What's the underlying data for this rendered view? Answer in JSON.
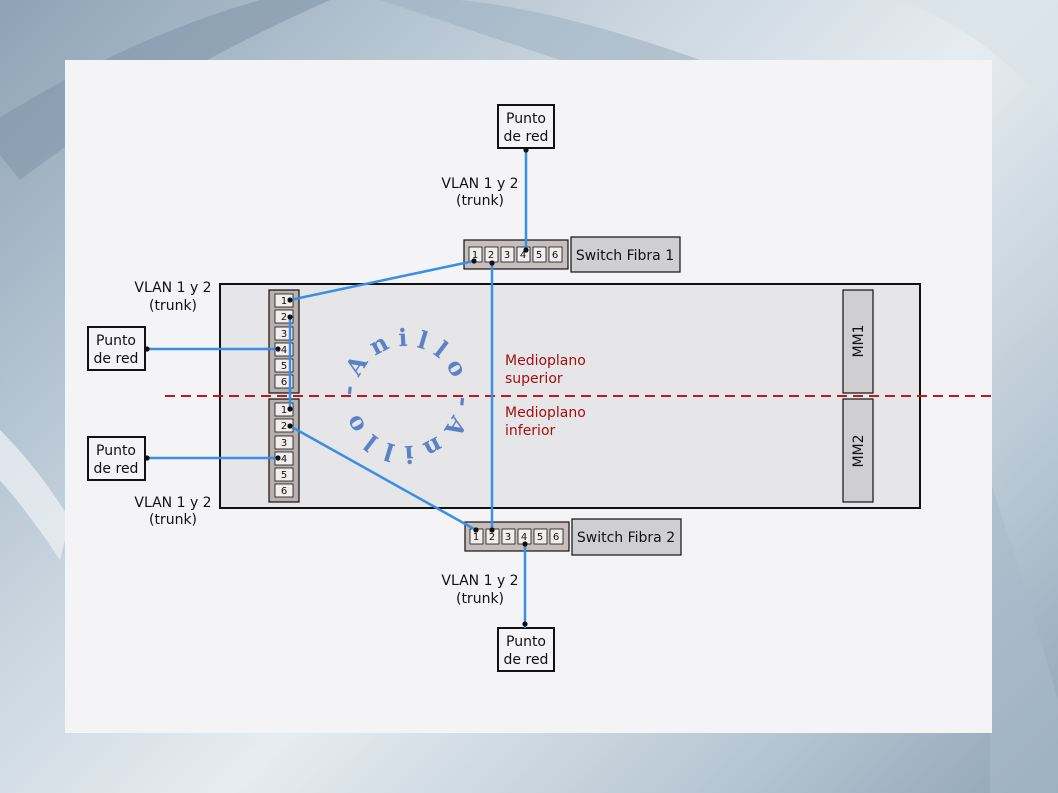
{
  "network_points": {
    "top": {
      "line1": "Punto",
      "line2": "de red"
    },
    "left_upper": {
      "line1": "Punto",
      "line2": "de red"
    },
    "left_lower": {
      "line1": "Punto",
      "line2": "de red"
    },
    "bottom": {
      "line1": "Punto",
      "line2": "de red"
    }
  },
  "vlan_labels": {
    "top": {
      "line1": "VLAN 1 y 2",
      "line2": "(trunk)"
    },
    "left_upper": {
      "line1": "VLAN 1 y 2",
      "line2": "(trunk)"
    },
    "left_lower": {
      "line1": "VLAN 1 y 2",
      "line2": "(trunk)"
    },
    "bottom": {
      "line1": "VLAN 1 y 2",
      "line2": "(trunk)"
    }
  },
  "switches": {
    "top": {
      "label": "Switch Fibra 1",
      "ports": [
        "1",
        "2",
        "3",
        "4",
        "5",
        "6"
      ]
    },
    "bottom": {
      "label": "Switch Fibra 2",
      "ports": [
        "1",
        "2",
        "3",
        "4",
        "5",
        "6"
      ]
    }
  },
  "chassis": {
    "upper_module_ports": [
      "1",
      "2",
      "3",
      "4",
      "5",
      "6"
    ],
    "lower_module_ports": [
      "1",
      "2",
      "3",
      "4",
      "5",
      "6"
    ],
    "mm1": "MM1",
    "mm2": "MM2"
  },
  "midplane": {
    "upper": {
      "line1": "Medioplano",
      "line2": "superior"
    },
    "lower": {
      "line1": "Medioplano",
      "line2": "inferior"
    }
  },
  "ring_text": {
    "top": "- A n i l l o",
    "bottom": "- A n i l l o"
  },
  "colors": {
    "link": "#3a8ee6",
    "midplane_line": "#c01818",
    "ring_text": "#5b82c8",
    "chassis_fill": "#e6e6e8",
    "module_fill": "#b8b0ae",
    "port_fill": "#f2eeee",
    "mm_fill": "#cfcfd1"
  }
}
